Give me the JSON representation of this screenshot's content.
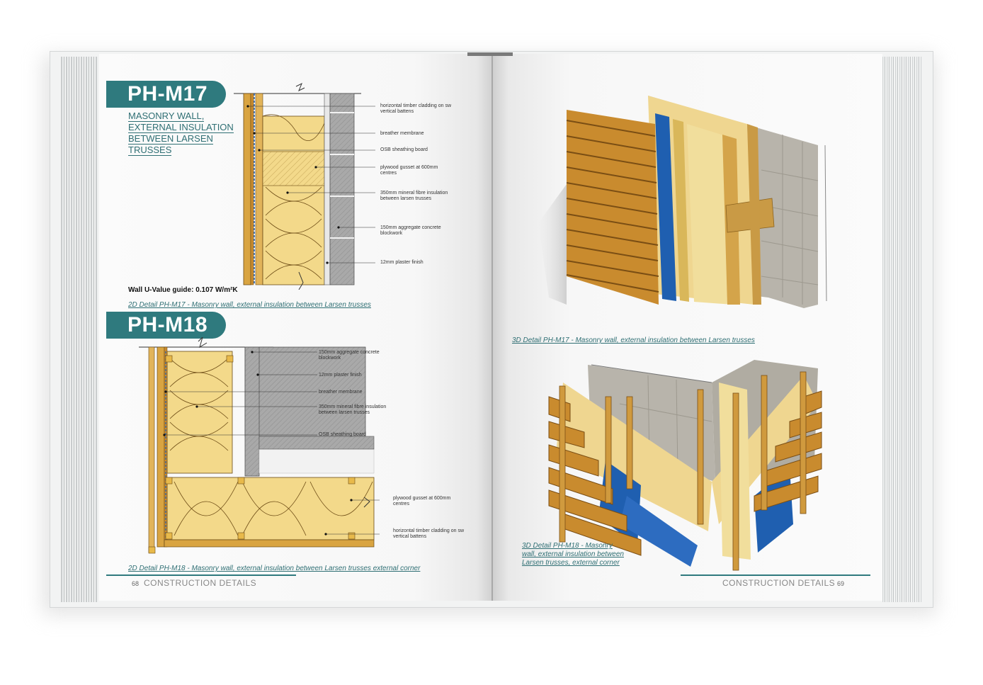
{
  "left_page": {
    "m17": {
      "code": "PH-M17",
      "subtitle_lines": [
        "MASONRY WALL,",
        "EXTERNAL INSULATION",
        "BETWEEN LARSEN",
        "TRUSSES"
      ],
      "labels": [
        "horizontal timber cladding on sw vertical battens",
        "breather membrane",
        "OSB sheathing board",
        "plywood gusset at 600mm centres",
        "350mm mineral fibre insulation between larsen trusses",
        "150mm aggregate concrete blockwork",
        "12mm plaster finish"
      ],
      "uvalue": "Wall U-Value guide: 0.107 W/m²K",
      "caption": "2D Detail PH-M17 - Masonry wall, external insulation between Larsen trusses"
    },
    "m18": {
      "code": "PH-M18",
      "labels": [
        "150mm aggregate concrete blockwork",
        "12mm plaster finish",
        "breather membrane",
        "350mm mineral fibre insulation between larsen trusses",
        "OSB sheathing board",
        "plywood gusset at 600mm centres",
        "horizontal timber cladding on sw vertical battens"
      ],
      "caption": "2D Detail PH-M18 - Masonry wall, external insulation between Larsen trusses external corner"
    },
    "footer": {
      "page_number": "68",
      "text": "CONSTRUCTION DETAILS"
    }
  },
  "right_page": {
    "caption_m17": "3D Detail PH-M17 - Masonry wall, external insulation between Larsen trusses",
    "caption_m18_lines": [
      "3D Detail PH-M18 - Masonry",
      "wall, external insulation between",
      "Larsen trusses, external corner"
    ],
    "footer": {
      "page_number": "69",
      "text": "CONSTRUCTION DETAILS"
    }
  },
  "colors": {
    "accent": "#2f7a7e",
    "insulation": "#f3d98a",
    "timber": "#c98b2e",
    "block": "#9a9a9a",
    "membrane": "#1f5fb0"
  }
}
